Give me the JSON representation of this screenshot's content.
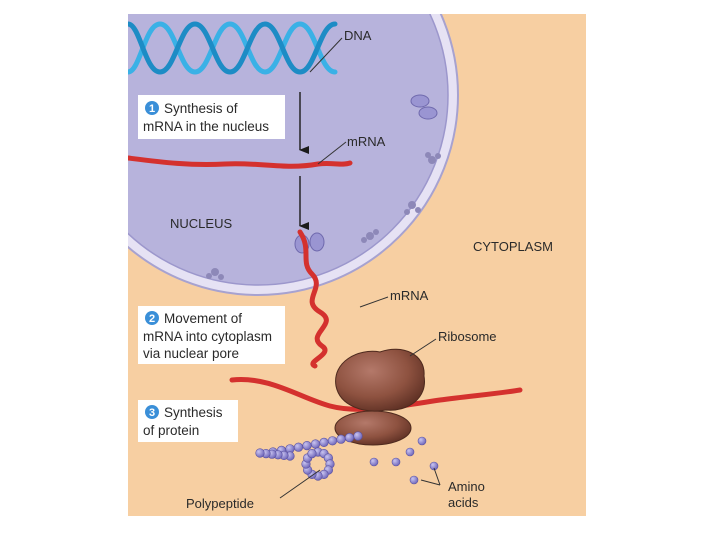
{
  "labels": {
    "dna": "DNA",
    "mrna_top": "mRNA",
    "nucleus": "NUCLEUS",
    "cytoplasm": "CYTOPLASM",
    "mrna_bottom": "mRNA",
    "ribosome": "Ribosome",
    "polypeptide": "Polypeptide",
    "amino_line1": "Amino",
    "amino_line2": "acids"
  },
  "steps": [
    {
      "number": "1",
      "line1": "Synthesis of",
      "line2": "mRNA in the nucleus",
      "line3": ""
    },
    {
      "number": "2",
      "line1": "Movement of",
      "line2": "mRNA into cytoplasm",
      "line3": "via nuclear pore"
    },
    {
      "number": "3",
      "line1": "Synthesis",
      "line2": "of protein",
      "line3": ""
    }
  ],
  "colors": {
    "cytoplasm": "#f7cfa2",
    "nucleus": "#b7b3dc",
    "nucleus_rim": "#e6e2f4",
    "dna": "#3ab1e6",
    "mrna": "#d4312e",
    "ribosome": "#8e5240",
    "bead": "#7d75c6",
    "step_box": "#ffffff",
    "step_badge": "#3a8fd8"
  }
}
